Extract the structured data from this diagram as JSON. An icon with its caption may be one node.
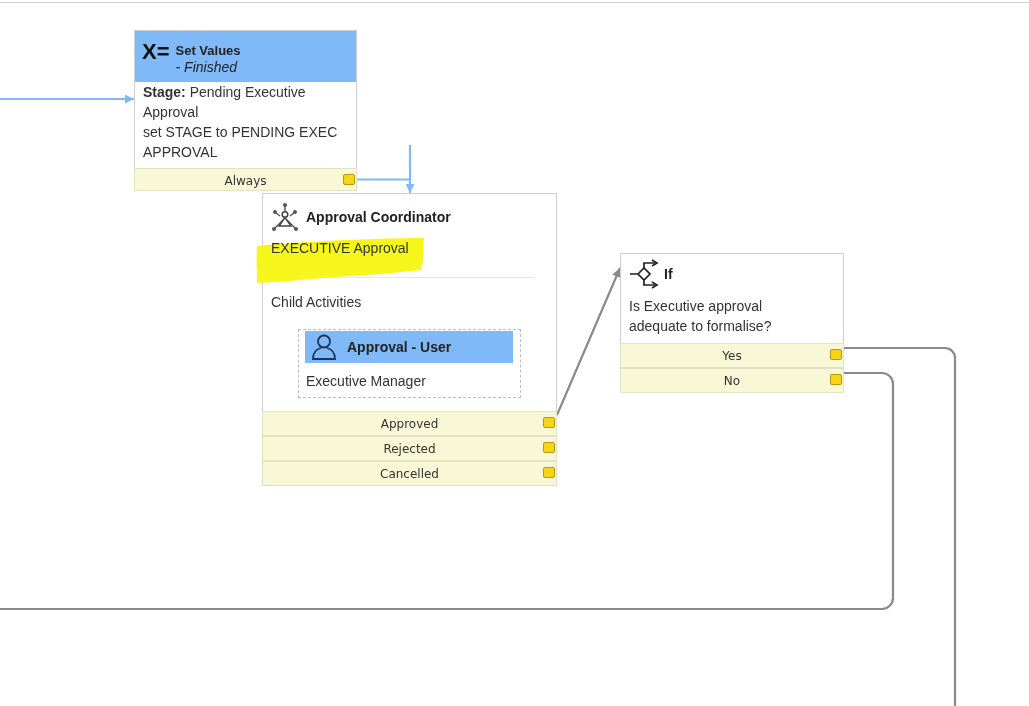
{
  "diagram": {
    "nodes": [
      {
        "text": [
          "X=",
          "Set Values",
          "- Finished",
          "**Stage:** Pending Executive Approval",
          "set STAGE to PENDING EXEC APPROVAL"
        ]
      },
      {
        "text": [
          "Always"
        ],
        "in": 0
      },
      {
        "text": [
          "Approval Coordinator",
          "EXECUTIVE Approval",
          "Child Activities"
        ]
      },
      {
        "text": [
          "Approval - User",
          "Executive Manager"
        ],
        "in": 2
      },
      {
        "text": [
          "Approved"
        ],
        "in": 2
      },
      {
        "text": [
          "Rejected"
        ],
        "in": 2
      },
      {
        "text": [
          "Cancelled"
        ],
        "in": 2
      },
      {
        "text": [
          "If",
          "Is Executive approval adequate to formalise?"
        ]
      },
      {
        "text": [
          "Yes"
        ],
        "in": 7
      },
      {
        "text": [
          "No"
        ],
        "in": 7
      }
    ],
    "edges": [
      {
        "from": null,
        "to": 0,
        "arrow": "to",
        "color": "#80b9f8"
      },
      {
        "from": 1,
        "to": 2,
        "arrow": "to",
        "color": "#80b9f8"
      },
      {
        "from": 4,
        "to": 7,
        "arrow": "to"
      },
      {
        "from": 8,
        "to": null,
        "arrow": "none"
      },
      {
        "from": 9,
        "to": null,
        "arrow": "none"
      }
    ]
  }
}
